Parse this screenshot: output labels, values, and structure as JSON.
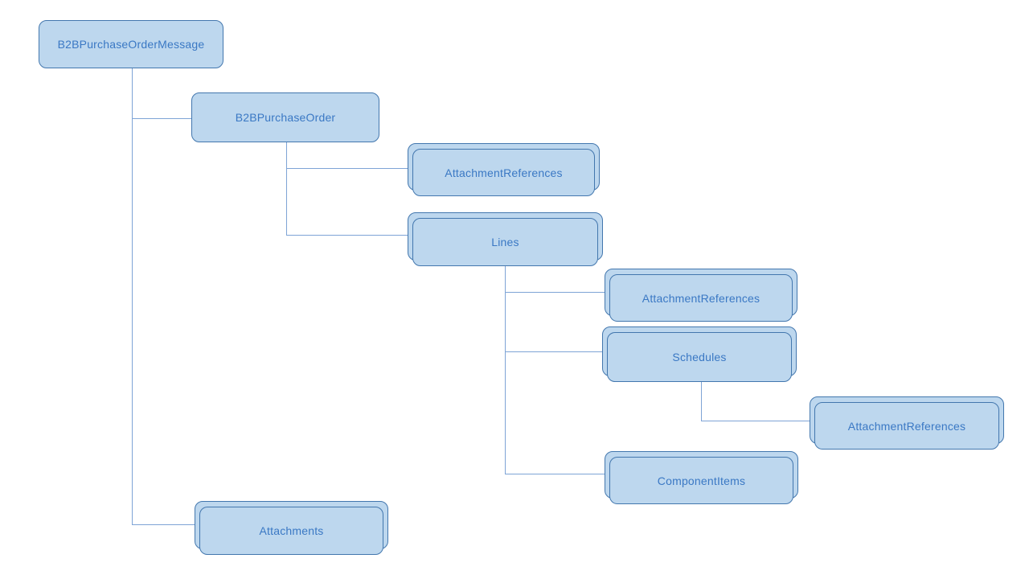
{
  "diagram": {
    "kind": "hierarchy",
    "colors": {
      "node_fill": "#bdd7ee",
      "node_border": "#4377ae",
      "node_text": "#3a78c4",
      "connector": "#7ea4d6",
      "background": "#ffffff"
    },
    "tree": {
      "label": "B2BPurchaseOrderMessage",
      "repeating": false,
      "children": [
        {
          "label": "B2BPurchaseOrder",
          "repeating": false,
          "children": [
            {
              "label": "AttachmentReferences",
              "repeating": true,
              "children": []
            },
            {
              "label": "Lines",
              "repeating": true,
              "children": [
                {
                  "label": "AttachmentReferences",
                  "repeating": true,
                  "children": []
                },
                {
                  "label": "Schedules",
                  "repeating": true,
                  "children": [
                    {
                      "label": "AttachmentReferences",
                      "repeating": true,
                      "children": []
                    }
                  ]
                },
                {
                  "label": "ComponentItems",
                  "repeating": true,
                  "children": []
                }
              ]
            }
          ]
        },
        {
          "label": "Attachments",
          "repeating": true,
          "children": []
        }
      ]
    }
  }
}
